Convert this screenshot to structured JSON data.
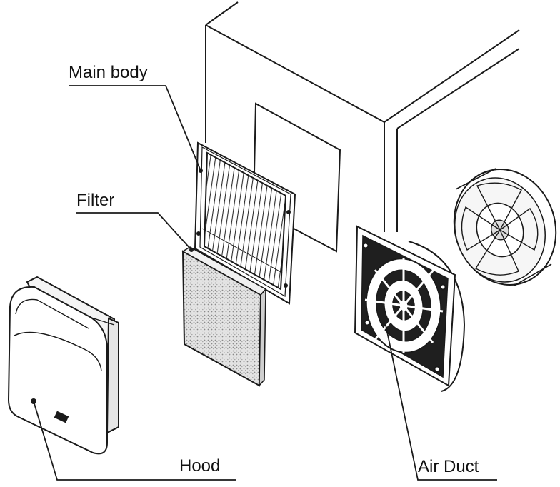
{
  "labels": {
    "main_body": "Main body",
    "filter": "Filter",
    "hood": "Hood",
    "air_duct": "Air Duct"
  },
  "colors": {
    "line": "#1a1a1a",
    "grille": "#2a2a2a",
    "filter_fill": "#dcdcdc",
    "background": "#ffffff"
  }
}
